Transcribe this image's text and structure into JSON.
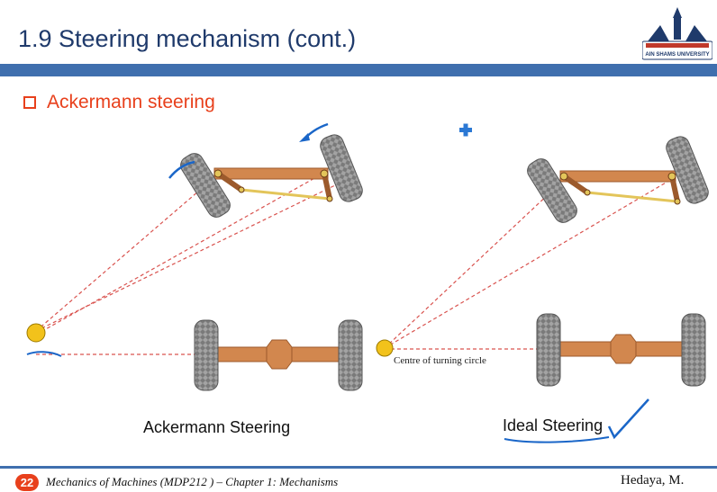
{
  "slide": {
    "title": "1.9 Steering mechanism (cont.)",
    "bullet": "Ackermann steering",
    "logo_text": "AIN SHAMS UNIVERSITY"
  },
  "figures": {
    "left_caption": "Ackermann Steering",
    "right_caption": "Ideal Steering",
    "turning_circle_label": "Centre of turning circle"
  },
  "footer": {
    "page_number": "22",
    "course": "Mechanics of Machines (MDP212 ) – Chapter 1: Mechanisms",
    "author": "Hedaya, M."
  },
  "colors": {
    "title": "#1f3a6b",
    "accent_bar": "#3f6fae",
    "bullet": "#e8401c",
    "axle": "#d2874e",
    "tie_rod": "#e3c55a",
    "annotation": "#1a66c8",
    "dashed_line": "#d9534f",
    "plus": "#2b78d4"
  }
}
